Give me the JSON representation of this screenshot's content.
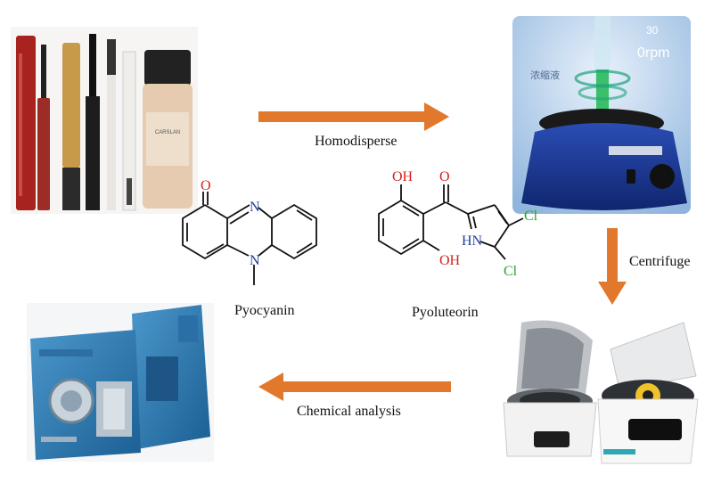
{
  "labels": {
    "homodisperse": "Homodisperse",
    "centrifuge": "Centrifuge",
    "chemical_analysis": "Chemical analysis"
  },
  "molecules": {
    "pyocyanin": {
      "name": "Pyocyanin",
      "atom_o": "O",
      "atom_n1": "N",
      "atom_n2": "N"
    },
    "pyoluteorin": {
      "name": "Pyoluteorin",
      "atom_oh1": "OH",
      "atom_oh2": "OH",
      "atom_o": "O",
      "atom_hn": "HN",
      "atom_cl1": "Cl",
      "atom_cl2": "Cl"
    }
  },
  "photos": {
    "cosmetics": {
      "bottle_text_1": "CARSLAN"
    },
    "vortex_mixer": {
      "speed_text": "0rpm",
      "speed_text_2": "30",
      "cn_text": "浓缩液"
    }
  },
  "colors": {
    "arrow": "#e2782b",
    "oxygen": "#d6201f",
    "nitrogen": "#1f3d9f",
    "chlorine": "#2ea02e"
  },
  "icons": [
    "arrow-right-icon",
    "arrow-down-icon",
    "arrow-left-icon"
  ]
}
